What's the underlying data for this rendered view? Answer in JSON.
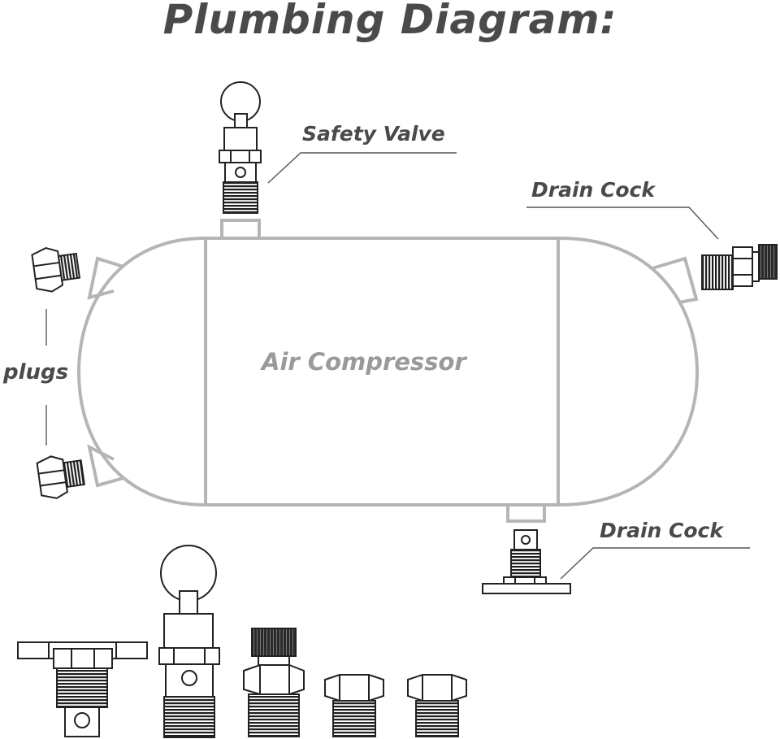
{
  "title": "Plumbing Diagram:",
  "labels": {
    "safety_valve": "Safety Valve",
    "drain_cock_top": "Drain Cock",
    "drain_cock_bottom": "Drain Cock",
    "plugs": "plugs",
    "tank": "Air Compressor"
  },
  "colors": {
    "title": "#4a4a4a",
    "tank_outline": "#b5b5b5",
    "tank_text": "#9a9a9a",
    "part_stroke": "#222222"
  }
}
